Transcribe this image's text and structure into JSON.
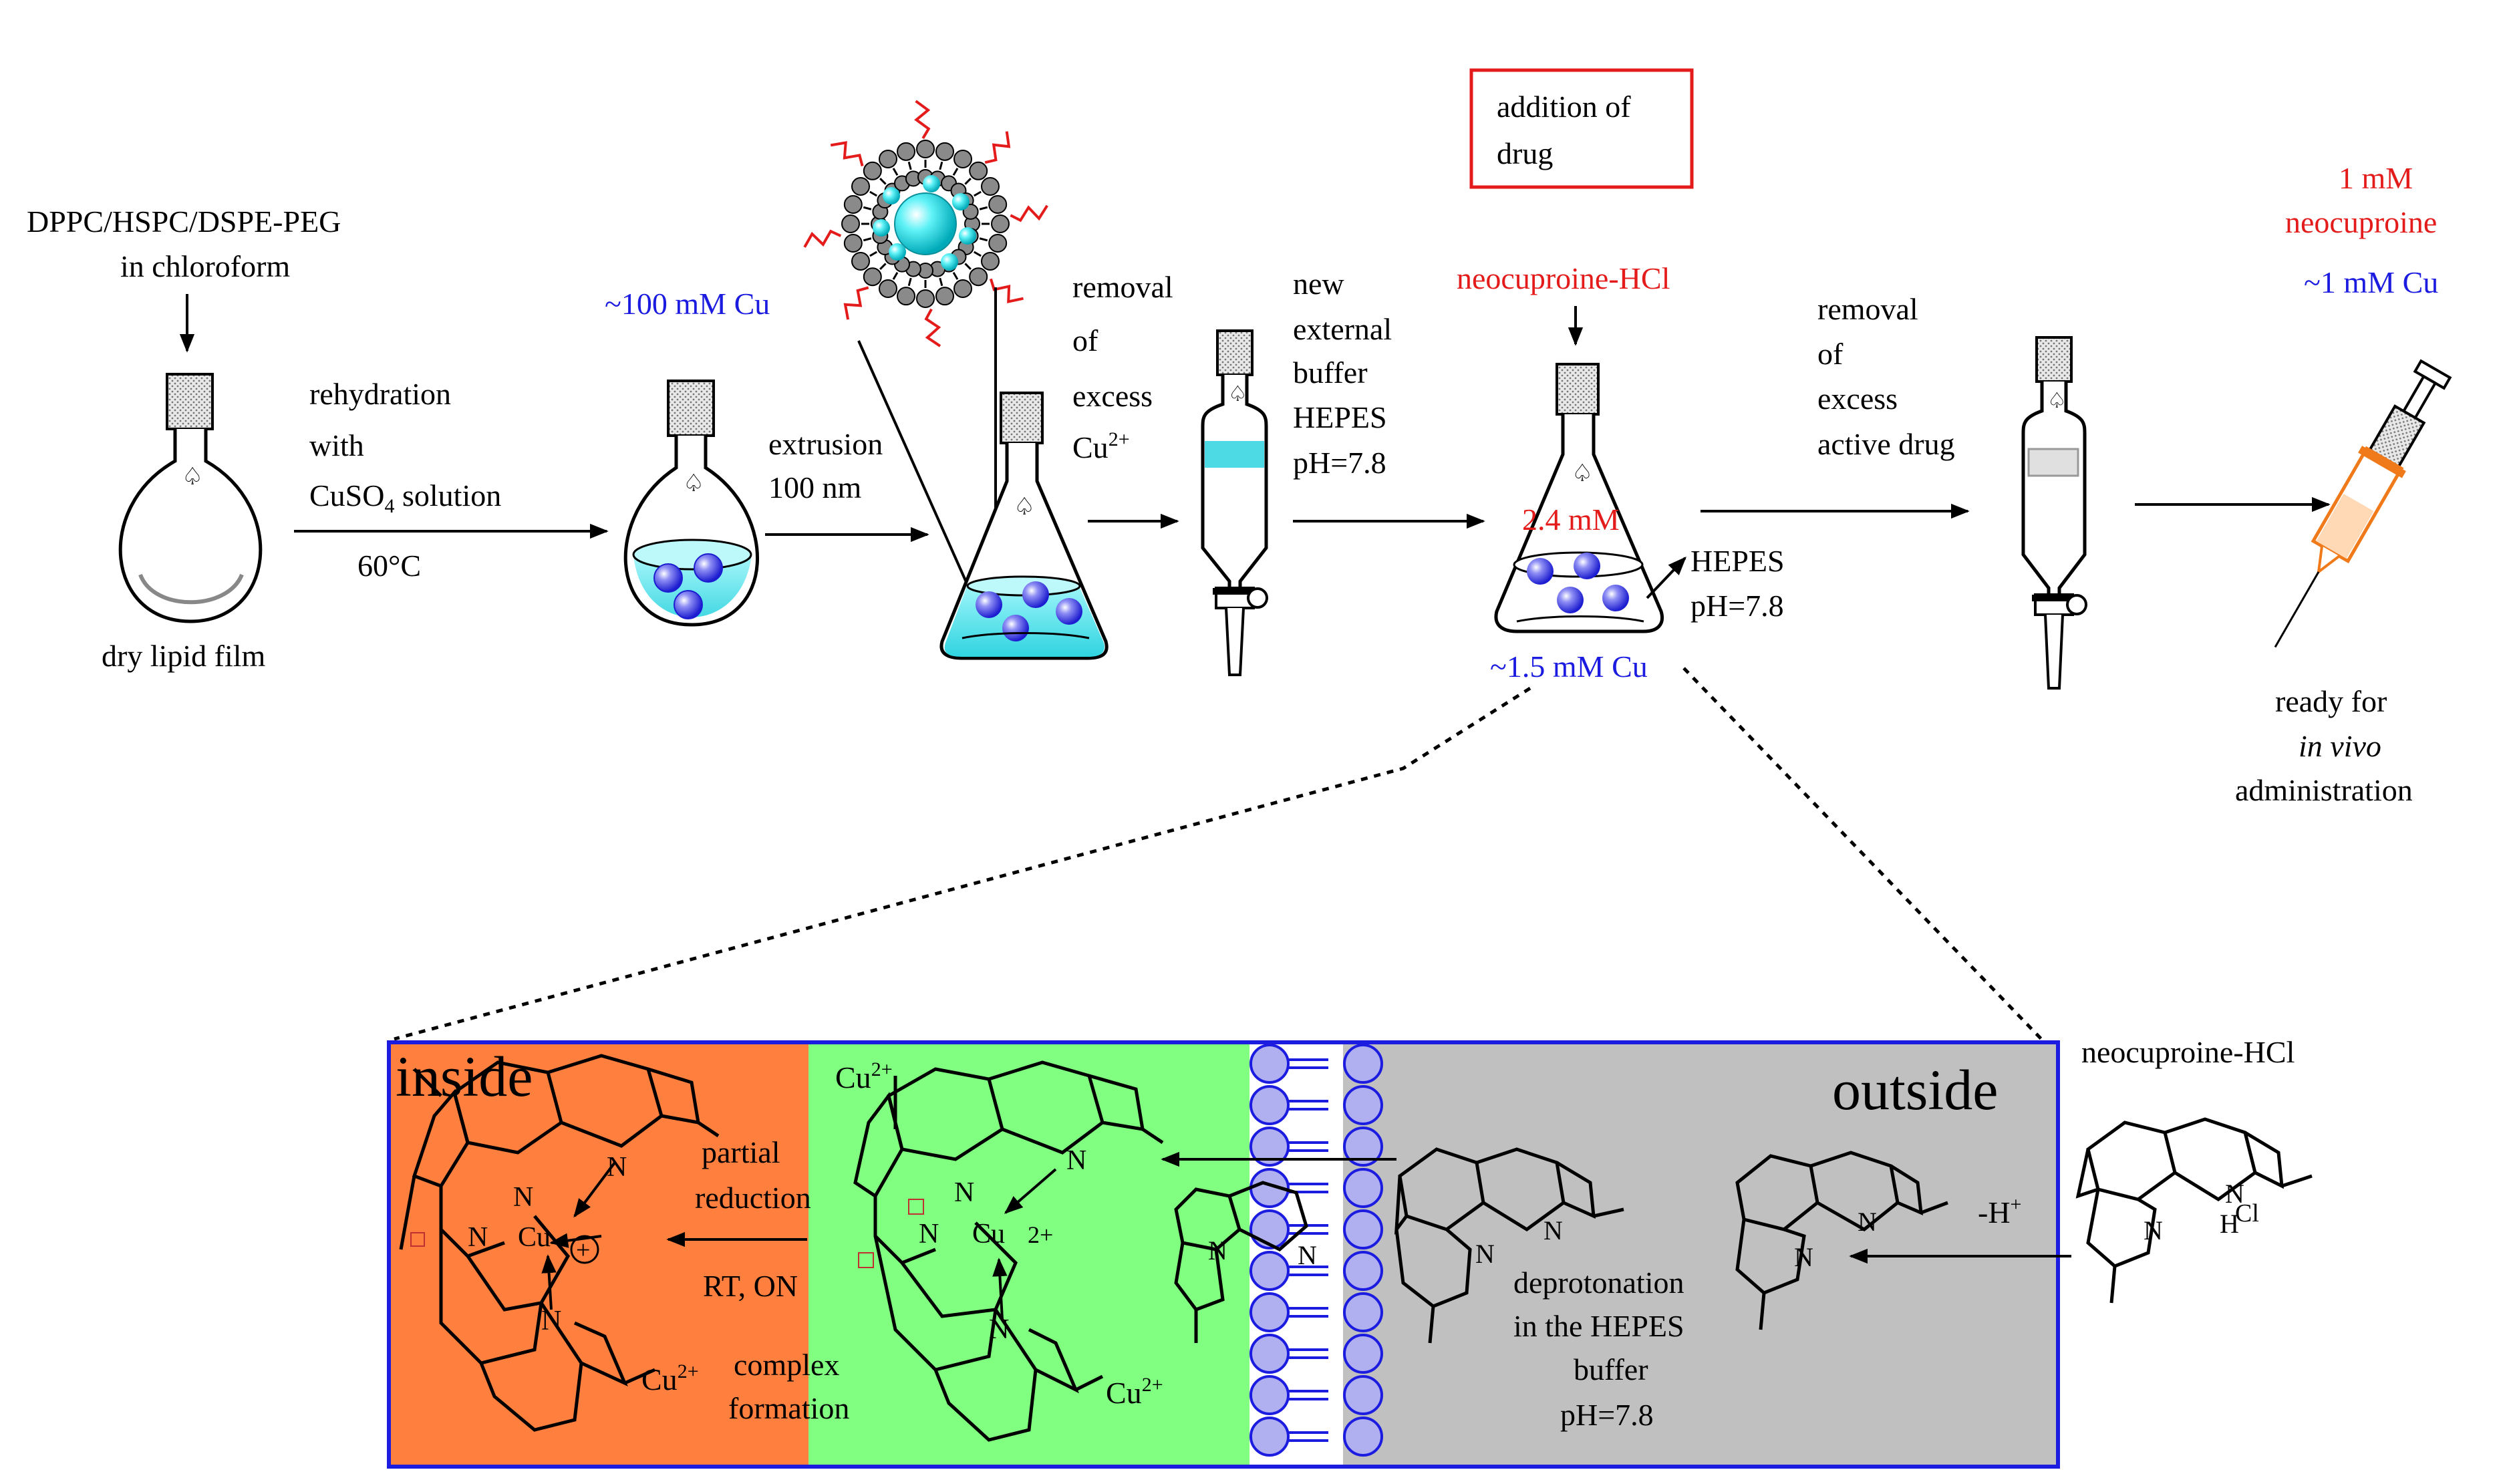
{
  "colors": {
    "red_text": "#e41b1b",
    "blue_text": "#1c1ce0",
    "inside_panel": "#ff7f3f",
    "middle_panel": "#80ff80",
    "outside_panel": "#c0c0c0",
    "membrane": "#b0b0f0",
    "panel_border": "#1c1ce0",
    "liposome_bead": "#00e5ee"
  },
  "icons": [
    "round-bottom-flask-icon",
    "erlenmeyer-flask-icon",
    "separatory-funnel-icon",
    "syringe-icon",
    "liposome-icon",
    "phenanthroline-structure-icon"
  ],
  "steps": {
    "lipid_label_1": "DPPC/HSPC/DSPE-PEG",
    "lipid_label_2": "in chloroform",
    "dry_film": "dry lipid film",
    "rehydration_1": "rehydration",
    "rehydration_2": "with",
    "rehydration_3": "CuSO",
    "rehydration_3_sub": "4",
    "rehydration_3_tail": " solution",
    "temperature": "60°C",
    "cu_100": "~100 mM Cu",
    "extrusion_1": "extrusion",
    "extrusion_2": "100 nm",
    "removal_cu_1": "removal",
    "removal_cu_2": "of",
    "removal_cu_3": "excess",
    "removal_cu_4": "Cu",
    "removal_cu_4_sup": "2+",
    "buffer_1": "new",
    "buffer_2": "external",
    "buffer_3": "buffer",
    "buffer_4": "HEPES",
    "buffer_5": "pH=7.8",
    "addition_1": "addition of",
    "addition_2": "drug",
    "neocuproine_hcl_red": "neocuproine-HCl",
    "conc_24": "2.4 mM",
    "hepes_1": "HEPES",
    "hepes_2": "pH=7.8",
    "cu_15": "~1.5 mM Cu",
    "removal_drug_1": "removal",
    "removal_drug_2": "of",
    "removal_drug_3": "excess",
    "removal_drug_4": "active drug",
    "final_conc_1": "1 mM",
    "final_conc_2": "neocuproine",
    "final_cu": "~1 mM Cu",
    "ready_1": "ready for",
    "ready_2": "in vivo",
    "ready_3": "administration"
  },
  "panel": {
    "inside": "inside",
    "outside": "outside",
    "cu_inside_top": "Cu",
    "cu_sup": "2+",
    "partial_1": "partial",
    "partial_2": "reduction",
    "rt_on": "RT, ON",
    "cu_inside_bottom": "Cu",
    "complex_1": "complex",
    "complex_2": "formation",
    "cu_green_right": "Cu",
    "n": "N",
    "cu": "Cu",
    "cu_2plus": "2+",
    "plus_sign": "+",
    "deprot_1": "deprotonation",
    "deprot_2": "in the HEPES",
    "deprot_3": "buffer",
    "deprot_4": "pH=7.8",
    "minus_h": "-H",
    "minus_h_sup": "+",
    "neocuproine_hcl": "neocuproine-HCl",
    "h": "H",
    "cl": "Cl"
  }
}
